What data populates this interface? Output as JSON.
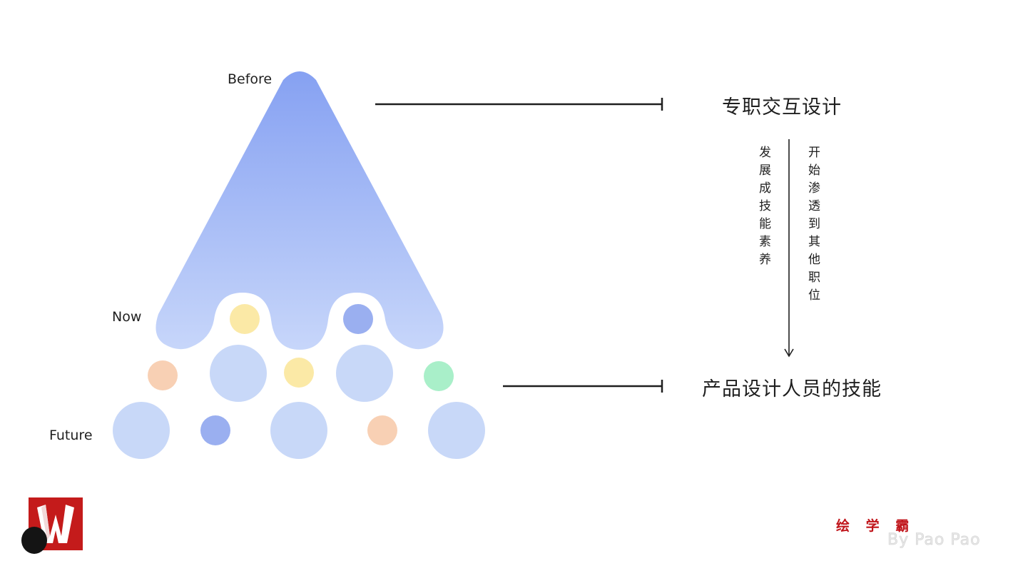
{
  "labels": {
    "before": "Before",
    "now": "Now",
    "future": "Future"
  },
  "titles": {
    "top": "专职交互设计",
    "bottom": "产品设计人员的技能"
  },
  "side_notes": {
    "left": "发展成技能素养",
    "right": "开始渗透到其他职位"
  },
  "footer": {
    "brand": "绘 学 霸",
    "byline": "By Pao Pao"
  },
  "colors": {
    "cone_top": "#86a1f2",
    "cone_bottom": "#c7d6fa",
    "circle_light_blue": "#c8d8f8",
    "circle_blue": "#9aaff0",
    "circle_yellow": "#fbe9a6",
    "circle_peach": "#f8d0b4",
    "circle_green": "#a9efc9",
    "logo_red": "#c41b1b"
  },
  "icons": [
    "logo-icon",
    "mascot-icon",
    "arrow-down-icon"
  ]
}
